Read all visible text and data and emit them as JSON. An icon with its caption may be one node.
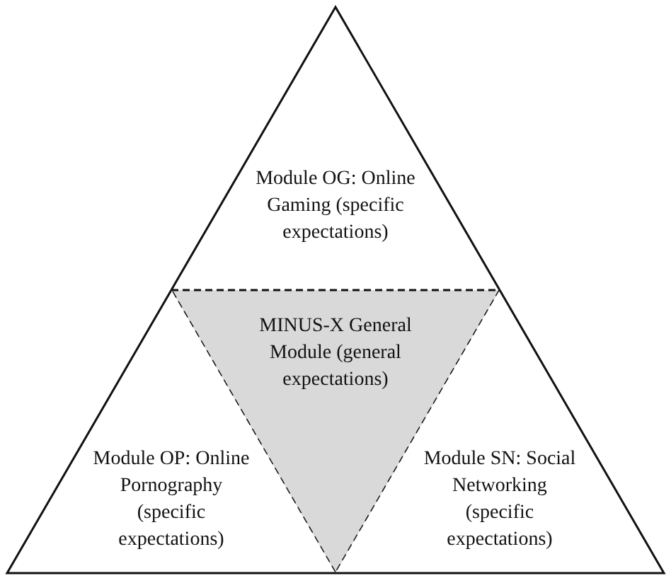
{
  "diagram": {
    "nodes": [
      {
        "text": [
          "Module OG: Online Gaming (specific expectations)"
        ]
      },
      {
        "text": [
          "MINUS-X General Module (general expectations)"
        ]
      },
      {
        "text": [
          "Module OP: Online Pornography (specific expectations)"
        ]
      },
      {
        "text": [
          "Module SN: Social Networking (specific expectations)"
        ]
      }
    ]
  }
}
